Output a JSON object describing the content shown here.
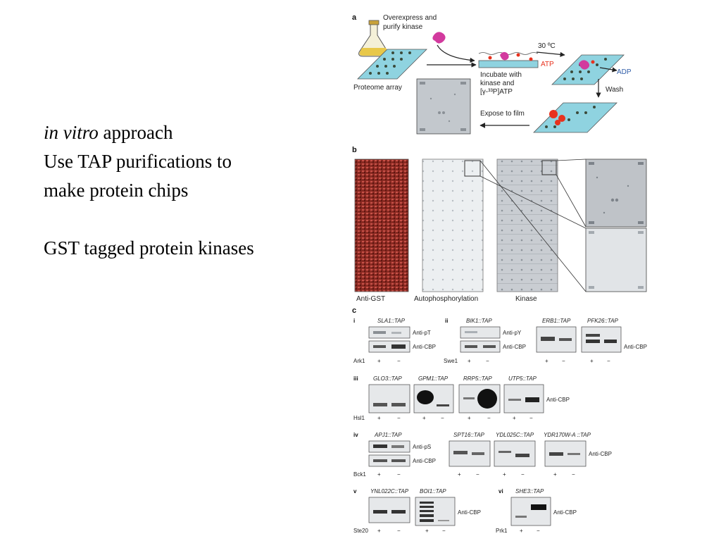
{
  "slide": {
    "line1_italic": "in vitro",
    "line1_rest": " approach",
    "line2": "Use TAP purifications to",
    "line3": "make protein chips",
    "line4": "GST tagged protein kinases"
  },
  "figure": {
    "panel_a": {
      "letter": "a",
      "overexpress_1": "Overexpress and",
      "overexpress_2": "purify kinase",
      "proteome_array": "Proteome array",
      "temp": "30 ºC",
      "atp": "ATP",
      "adp": "ADP",
      "incubate_1": "Incubate with",
      "incubate_2": "kinase and",
      "incubate_3": "[γ-³³P]ATP",
      "wash": "Wash",
      "expose": "Expose to film",
      "colors": {
        "atp": "#e8321e",
        "adp": "#2f5da8",
        "kinase": "#d23a9e",
        "chip": "#8fd3e0"
      }
    },
    "panel_b": {
      "letter": "b",
      "labels": [
        "Anti-GST",
        "Autophosphorylation",
        "Kinase"
      ]
    },
    "panel_c": {
      "letter": "c",
      "groups": [
        {
          "roman": "i",
          "blots": [
            "SLA1::TAP"
          ],
          "antibodies": [
            "Anti-pT",
            "Anti-CBP"
          ],
          "kinase": "Ark1"
        },
        {
          "roman": "ii",
          "blots": [
            "BIK1::TAP",
            "ERB1::TAP",
            "PFK26::TAP"
          ],
          "antibodies": [
            "Anti-pY",
            "Anti-CBP",
            "Anti-CBP"
          ],
          "kinase": "Swe1"
        },
        {
          "roman": "iii",
          "blots": [
            "GLO3::TAP",
            "GPM1::TAP",
            "RRP5::TAP",
            "UTP5::TAP"
          ],
          "antibodies": [
            "Anti-CBP"
          ],
          "kinase": "Hsl1"
        },
        {
          "roman": "iv",
          "blots": [
            "APJ1::TAP",
            "SPT16::TAP",
            "YDL025C::TAP",
            "YDR170W-A ::TAP"
          ],
          "antibodies": [
            "Anti-pS",
            "Anti-CBP",
            "Anti-CBP"
          ],
          "kinase": "Bck1"
        },
        {
          "roman": "v",
          "blots": [
            "YNL022C::TAP",
            "BOI1::TAP"
          ],
          "antibodies": [
            "Anti-CBP"
          ],
          "kinase": "Ste20"
        },
        {
          "roman": "vi",
          "blots": [
            "SHE3::TAP"
          ],
          "antibodies": [
            "Anti-CBP"
          ],
          "kinase": "Prk1"
        }
      ],
      "plus": "+",
      "minus": "−"
    }
  }
}
